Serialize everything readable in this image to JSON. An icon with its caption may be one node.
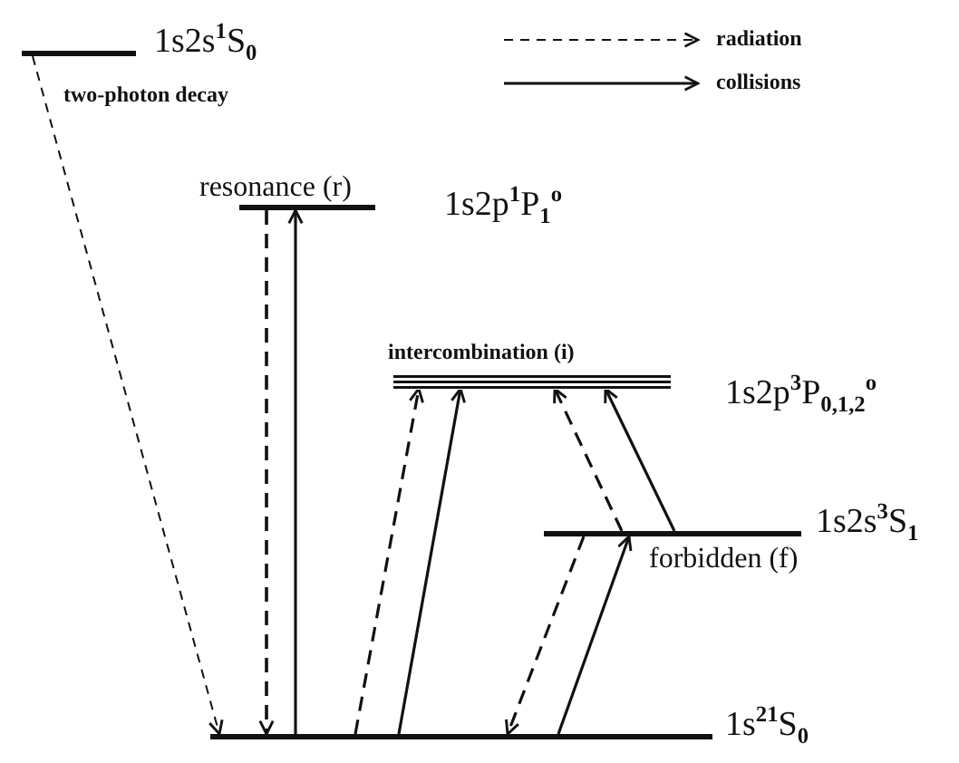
{
  "diagram": {
    "nodes": [
      {
        "text": [
          "1s2s$^{1}$S$_{0}$"
        ]
      },
      {
        "text": [
          "resonance (r)",
          "1s2p$^{1}$P$_{1}$$^{o}$"
        ]
      },
      {
        "text": [
          "intercombination (i)",
          "1s2p$^{3}$P$_{0,1,2}$$^{o}$"
        ]
      },
      {
        "text": [
          "1s2s$^{3}$S$_{1}$",
          "forbidden (f)"
        ]
      },
      {
        "text": [
          "1s$^{2}$$^{1}$S$_{0}$"
        ]
      }
    ],
    "edges": [
      {
        "from": 0,
        "to": 4,
        "arrow": "to",
        "style": "dashed",
        "label": "two-photon decay"
      },
      {
        "from": 1,
        "to": 4,
        "arrow": "to",
        "style": "dashed"
      },
      {
        "from": 4,
        "to": 1,
        "arrow": "to"
      },
      {
        "from": 4,
        "to": 2,
        "arrow": "to",
        "style": "dashed"
      },
      {
        "from": 4,
        "to": 2,
        "arrow": "to"
      },
      {
        "from": 3,
        "to": 2,
        "arrow": "to",
        "style": "dashed"
      },
      {
        "from": 3,
        "to": 2,
        "arrow": "to"
      },
      {
        "from": 3,
        "to": 4,
        "arrow": "to",
        "style": "dashed"
      },
      {
        "from": 4,
        "to": 3,
        "arrow": "to"
      }
    ],
    "legend": [
      {
        "text": "radiation"
      },
      {
        "text": "collisions"
      }
    ]
  }
}
